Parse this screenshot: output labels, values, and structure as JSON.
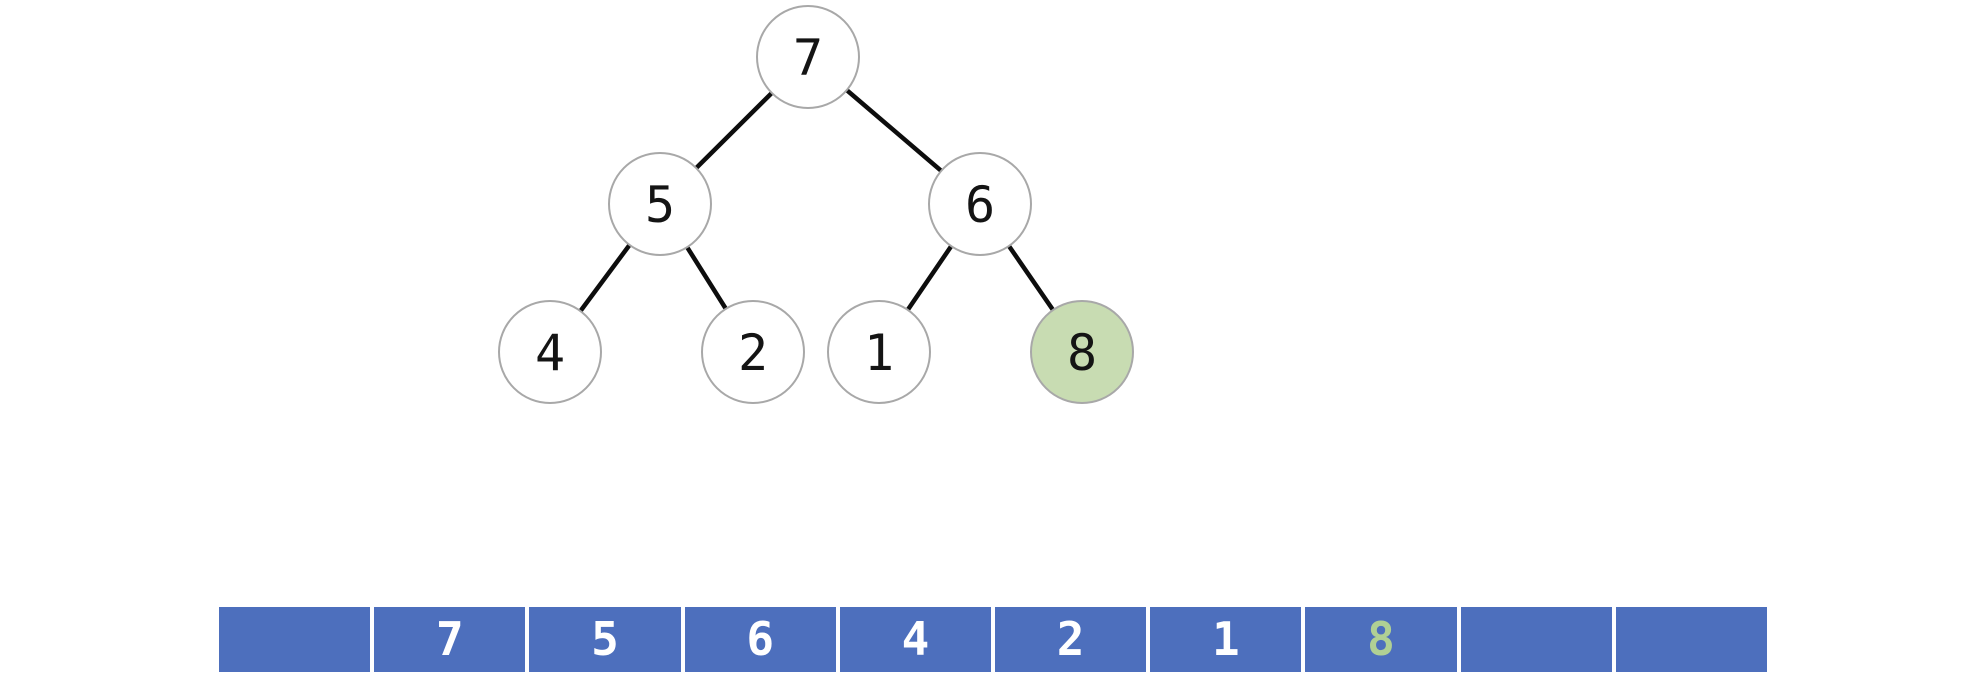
{
  "tree": {
    "nodes": [
      {
        "value": "7",
        "highlighted": false
      },
      {
        "value": "5",
        "highlighted": false
      },
      {
        "value": "6",
        "highlighted": false
      },
      {
        "value": "4",
        "highlighted": false
      },
      {
        "value": "2",
        "highlighted": false
      },
      {
        "value": "1",
        "highlighted": false
      },
      {
        "value": "8",
        "highlighted": true
      }
    ],
    "edges": [
      [
        "7",
        "5"
      ],
      [
        "7",
        "6"
      ],
      [
        "5",
        "4"
      ],
      [
        "5",
        "2"
      ],
      [
        "6",
        "1"
      ],
      [
        "6",
        "8"
      ]
    ],
    "colors": {
      "node_fill": "#ffffff",
      "node_border": "#a8a8a8",
      "edge": "#0d0d0d",
      "text": "#141414",
      "highlight_fill": "#c8dcb2"
    }
  },
  "array": {
    "cells": [
      "",
      "7",
      "5",
      "6",
      "4",
      "2",
      "1",
      "8",
      "",
      ""
    ],
    "highlighted_index": 7,
    "colors": {
      "cell_bg": "#4d6fbd",
      "text": "#ffffff",
      "highlight_text": "#b0d094",
      "separator": "#ffffff"
    }
  }
}
